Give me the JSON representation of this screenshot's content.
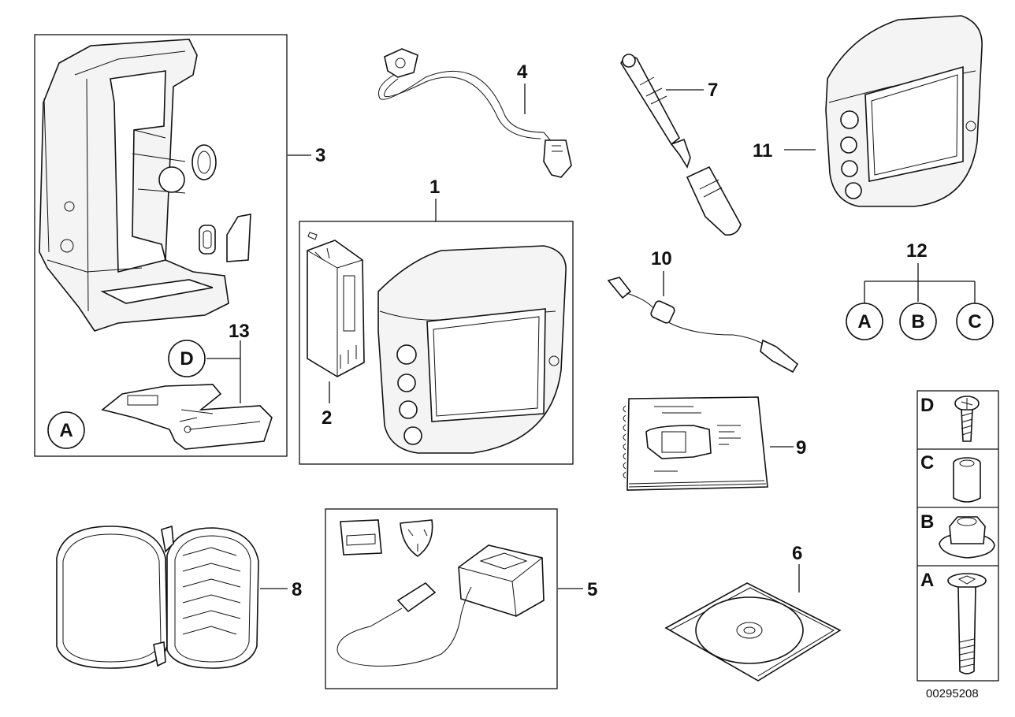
{
  "callouts": {
    "c1": "1",
    "c2": "2",
    "c3": "3",
    "c4": "4",
    "c5": "5",
    "c6": "6",
    "c7": "7",
    "c8": "8",
    "c9": "9",
    "c10": "10",
    "c11": "11",
    "c12": "12",
    "c13": "13"
  },
  "circle_labels": {
    "a_holder": "A",
    "d_holder": "D",
    "a_group": "A",
    "b_group": "B",
    "c_group": "C"
  },
  "hardware_legend": {
    "d": "D",
    "c": "C",
    "b": "B",
    "a": "A"
  },
  "reference_number": "00295208",
  "icons": [
    "gps-navigator-icon",
    "holder-cradle-icon",
    "cable-icon",
    "stylus-pen-icon",
    "battery-icon",
    "charger-icon",
    "carry-case-icon",
    "cd-disc-icon",
    "manual-booklet-icon",
    "screw-icon",
    "sleeve-icon",
    "nut-icon",
    "bolt-icon"
  ]
}
